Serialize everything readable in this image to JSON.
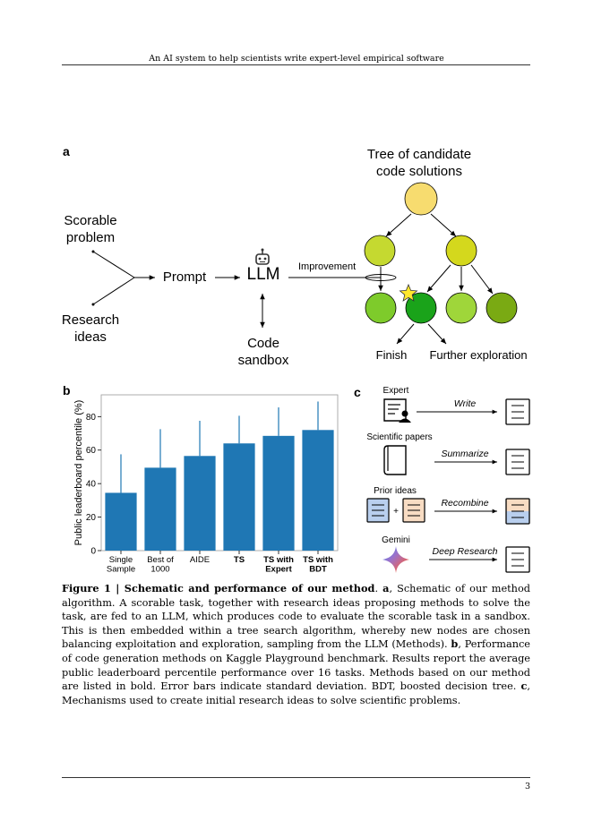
{
  "header": {
    "running_title": "An AI system to help scientists write expert-level empirical software"
  },
  "panel_a": {
    "letter": "a",
    "tree_title_line1": "Tree of candidate",
    "tree_title_line2": "code solutions",
    "scorable_line1": "Scorable",
    "scorable_line2": "problem",
    "research_line1": "Research",
    "research_line2": "ideas",
    "prompt": "Prompt",
    "llm": "LLM",
    "code_line1": "Code",
    "code_line2": "sandbox",
    "improvement": "Improvement",
    "finish": "Finish",
    "further": "Further exploration",
    "colors": {
      "root": "#f7dc6f",
      "level1_left": "#c5d930",
      "level1_right": "#d4d81d",
      "leaf_a": "#7ecb2b",
      "leaf_best": "#1aa31a",
      "leaf_c": "#9fd63a",
      "leaf_d": "#7aaa13",
      "star": "#ffe82d"
    }
  },
  "panel_b": {
    "letter": "b"
  },
  "chart_data": {
    "type": "bar",
    "categories": [
      "Single Sample",
      "Best of 1000",
      "AIDE",
      "TS",
      "TS with Expert",
      "TS with BDT"
    ],
    "category_lines": [
      [
        "Single",
        "Sample"
      ],
      [
        "Best of",
        "1000"
      ],
      [
        "AIDE"
      ],
      [
        "TS"
      ],
      [
        "TS with",
        "Expert"
      ],
      [
        "TS with",
        "BDT"
      ]
    ],
    "bold_categories": [
      false,
      false,
      false,
      true,
      true,
      true
    ],
    "values": [
      34.5,
      49.5,
      56.5,
      64,
      68.5,
      72
    ],
    "errors": [
      23,
      23,
      21,
      16.5,
      17,
      17
    ],
    "ylabel": "Public leaderboard percentile (%)",
    "yticks": [
      0,
      20,
      40,
      60,
      80
    ],
    "ylim": [
      0,
      93
    ],
    "bar_color": "#1f77b4"
  },
  "panel_c": {
    "letter": "c",
    "rows": [
      {
        "source": "Expert",
        "action": "Write"
      },
      {
        "source": "Scientific papers",
        "action": "Summarize"
      },
      {
        "source": "Prior ideas",
        "action": "Recombine"
      },
      {
        "source": "Gemini",
        "action": "Deep Research"
      }
    ]
  },
  "caption": {
    "fig_label": "Figure 1 | Schematic and performance of our method",
    "p1": ". ",
    "a_letter": "a",
    "a_text": ", Schematic of our method algorithm. A scorable task, together with research ideas proposing methods to solve the task, are fed to an LLM, which produces code to evaluate the scorable task in a sandbox. This is then embedded within a tree search algorithm, whereby new nodes are chosen balancing exploitation and exploration, sampling from the LLM (Methods). ",
    "b_letter": "b",
    "b_text": ", Performance of code generation methods on Kaggle Playground benchmark. Results report the average public leaderboard percentile performance over 16 tasks. Methods based on our method are listed in bold. Error bars indicate standard deviation. BDT, boosted decision tree. ",
    "c_letter": "c",
    "c_text": ", Mechanisms used to create initial research ideas to solve scientific problems."
  },
  "footer": {
    "page_number": "3"
  }
}
